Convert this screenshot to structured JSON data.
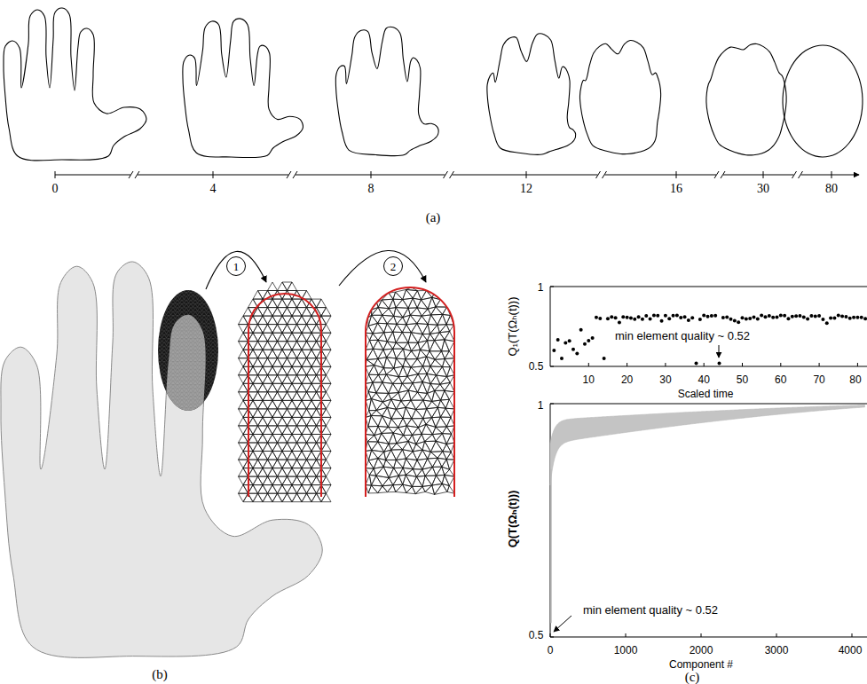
{
  "diagram": {
    "nodes": [
      {
        "text": [
          "1"
        ]
      },
      {
        "text": [
          "2"
        ]
      }
    ],
    "labels": [
      "0",
      "4",
      "8",
      "12",
      "16",
      "30",
      "80",
      "(a)",
      "(b)",
      "1",
      "0.5",
      "10",
      "20",
      "30",
      "40",
      "50",
      "60",
      "70",
      "80",
      "Scaled time",
      "min element quality ~ 0.52",
      "Q₁(T(Ωₕ(t)))",
      "1",
      "0.5",
      "0",
      "1000",
      "2000",
      "3000",
      "4000",
      "Component #",
      "min element quality ~ 0.52",
      "Q(T(Ωₕ(t)))",
      "(c)"
    ]
  }
}
